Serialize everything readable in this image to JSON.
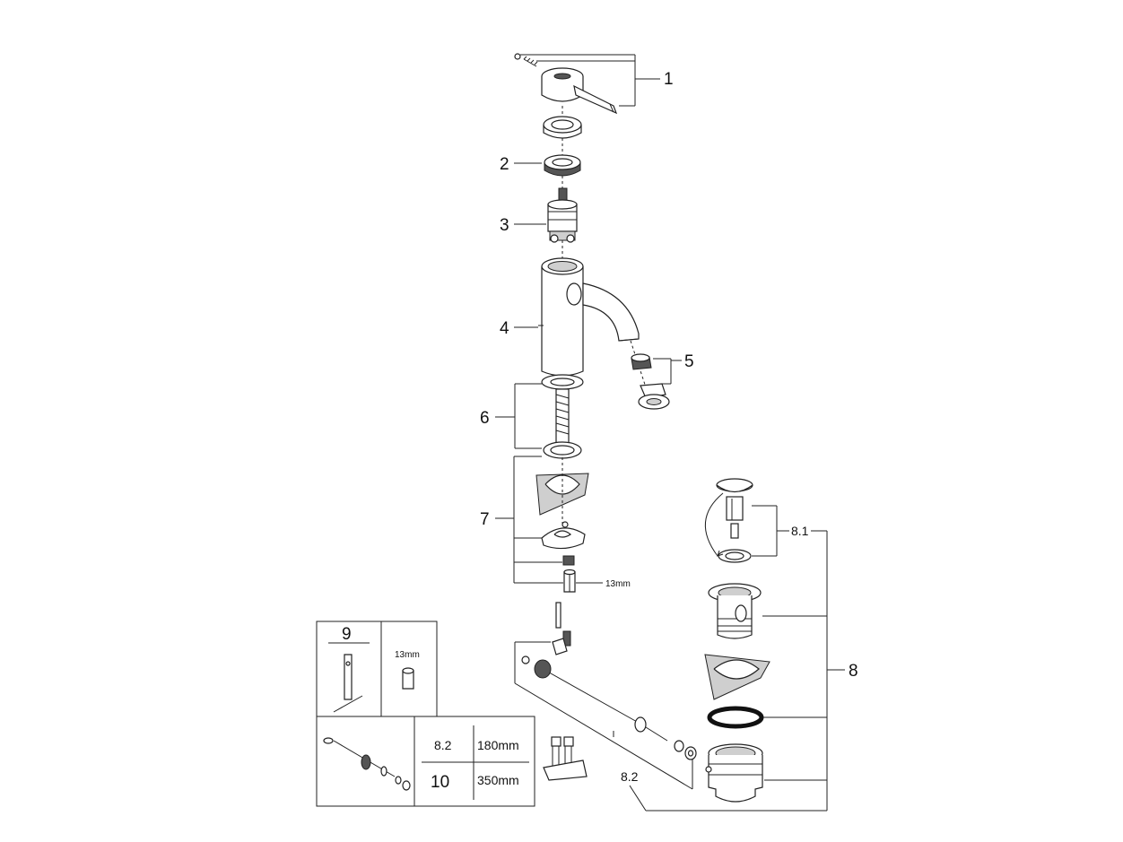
{
  "callouts": {
    "p1": "1",
    "p2": "2",
    "p3": "3",
    "p4": "4",
    "p5": "5",
    "p6": "6",
    "p7": "7",
    "p8": "8",
    "p8_1": "8.1",
    "p8_2": "8.2",
    "wrench_size": "13mm"
  },
  "tool_box": {
    "number": "9",
    "wrench_size": "13mm"
  },
  "rod_table": {
    "rows": [
      {
        "part": "8.2",
        "length": "180mm"
      },
      {
        "part": "10",
        "length": "350mm"
      }
    ]
  }
}
